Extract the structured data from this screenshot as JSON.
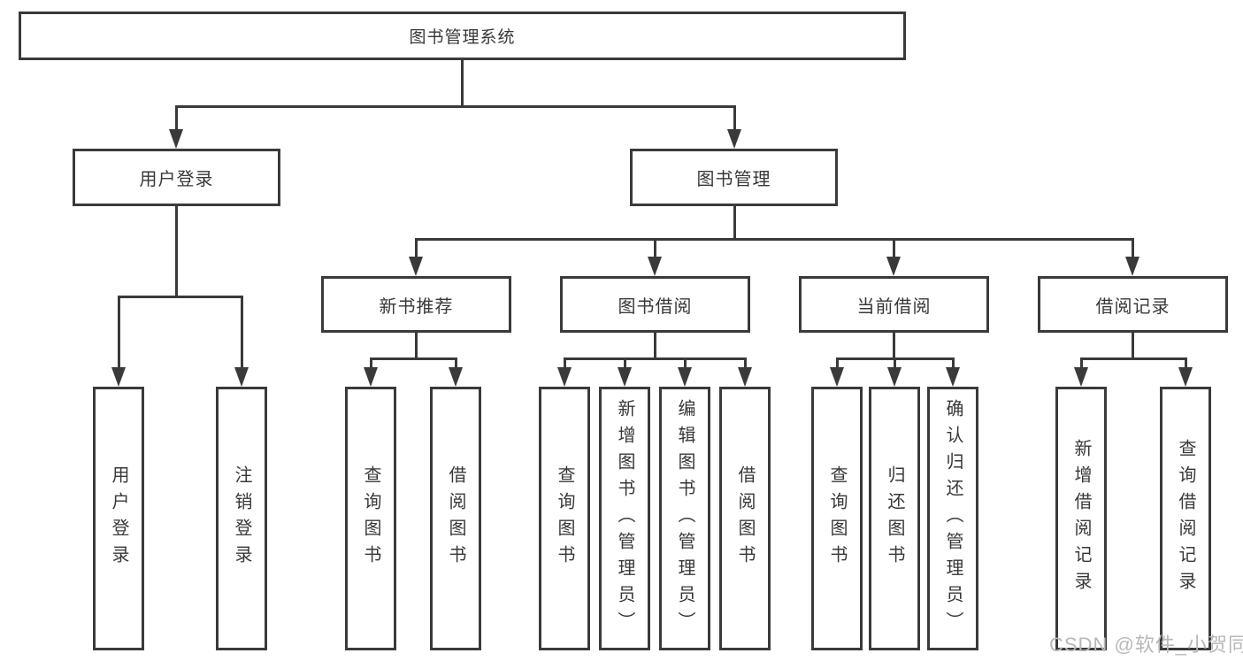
{
  "tree": {
    "root": {
      "label": "图书管理系统"
    },
    "branches": [
      {
        "label": "用户登录",
        "children": [
          {
            "label": "用户登录"
          },
          {
            "label": "注销登录"
          }
        ]
      },
      {
        "label": "图书管理",
        "children": [
          {
            "label": "新书推荐",
            "children": [
              {
                "label": "查询图书"
              },
              {
                "label": "借阅图书"
              }
            ]
          },
          {
            "label": "图书借阅",
            "children": [
              {
                "label": "查询图书"
              },
              {
                "label": "新增图书（管理员）"
              },
              {
                "label": "编辑图书（管理员）"
              },
              {
                "label": "借阅图书"
              }
            ]
          },
          {
            "label": "当前借阅",
            "children": [
              {
                "label": "查询图书"
              },
              {
                "label": "归还图书"
              },
              {
                "label": "确认归还（管理员）"
              }
            ]
          },
          {
            "label": "借阅记录",
            "children": [
              {
                "label": "新增借阅记录"
              },
              {
                "label": "查询借阅记录"
              }
            ]
          }
        ]
      }
    ]
  },
  "watermark": {
    "text": "CSDN @软件_小贺同学"
  },
  "colors": {
    "line": "#3a3a3a",
    "text": "#383838",
    "watermark": "#b8b8b8",
    "background": "#ffffff"
  }
}
